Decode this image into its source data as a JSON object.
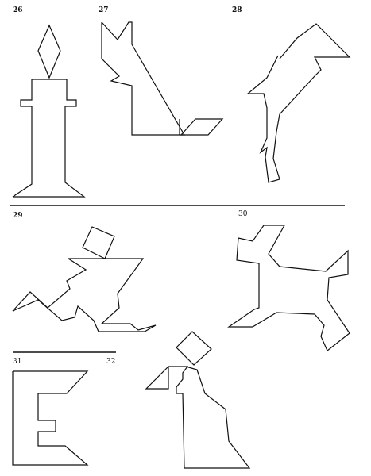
{
  "figures": [
    {
      "id": "26",
      "label": "26"
    },
    {
      "id": "27",
      "label": "27"
    },
    {
      "id": "28",
      "label": "28"
    },
    {
      "id": "29",
      "label": "29"
    },
    {
      "id": "30",
      "label": "30"
    },
    {
      "id": "31",
      "label": "31"
    },
    {
      "id": "32",
      "label": "32"
    }
  ],
  "colors": {
    "ink": "#111111",
    "paper": "#ffffff"
  }
}
